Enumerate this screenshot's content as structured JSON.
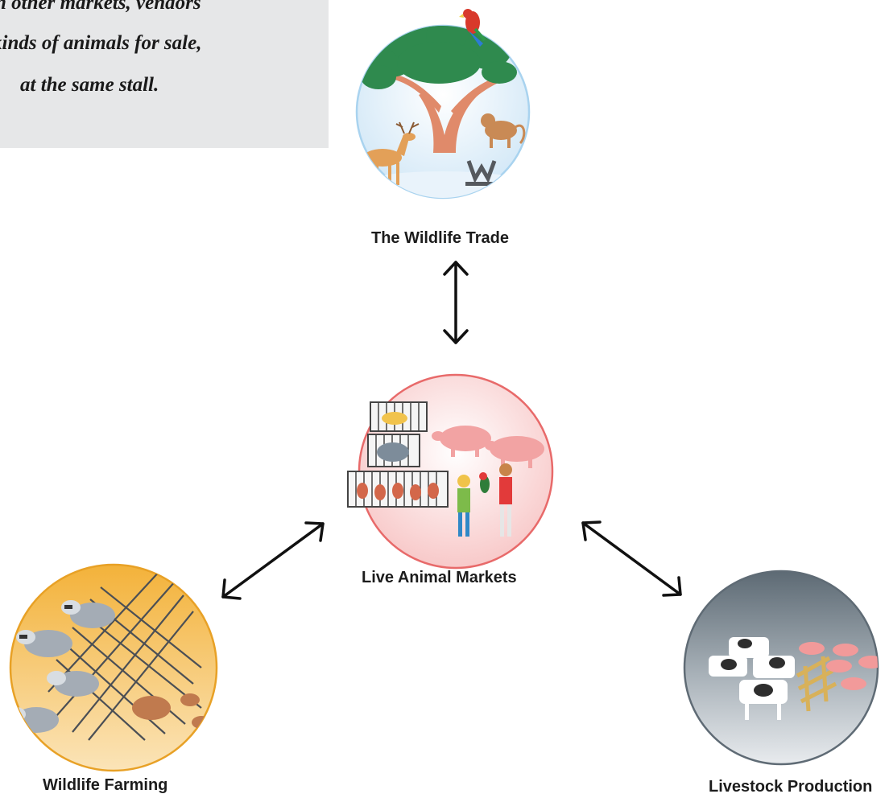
{
  "callout": {
    "lines": [
      "n other markets, vendors",
      "kinds of animals for sale,",
      "at the same stall."
    ]
  },
  "nodes": {
    "wildlife_trade": {
      "label": "The Wildlife Trade",
      "icon": "tree-deer-monkey-parrot-trap-illustration",
      "ring_color": "#a9d3ef"
    },
    "live_markets": {
      "label": "Live Animal Markets",
      "icon": "cages-pigs-people-parrot-illustration",
      "ring_color": "#e86a6a"
    },
    "wildlife_farming": {
      "label": "Wildlife Farming",
      "icon": "raccoon-dogs-fence-rodents-illustration",
      "ring_color": "#e8a126"
    },
    "livestock": {
      "label": "Livestock Production",
      "icon": "cows-pigs-fence-illustration",
      "ring_color": "#5f6b75"
    }
  },
  "connections": [
    {
      "from": "wildlife_trade",
      "to": "live_markets",
      "type": "double-arrow"
    },
    {
      "from": "live_markets",
      "to": "wildlife_farming",
      "type": "double-arrow"
    },
    {
      "from": "live_markets",
      "to": "livestock",
      "type": "double-arrow"
    }
  ]
}
